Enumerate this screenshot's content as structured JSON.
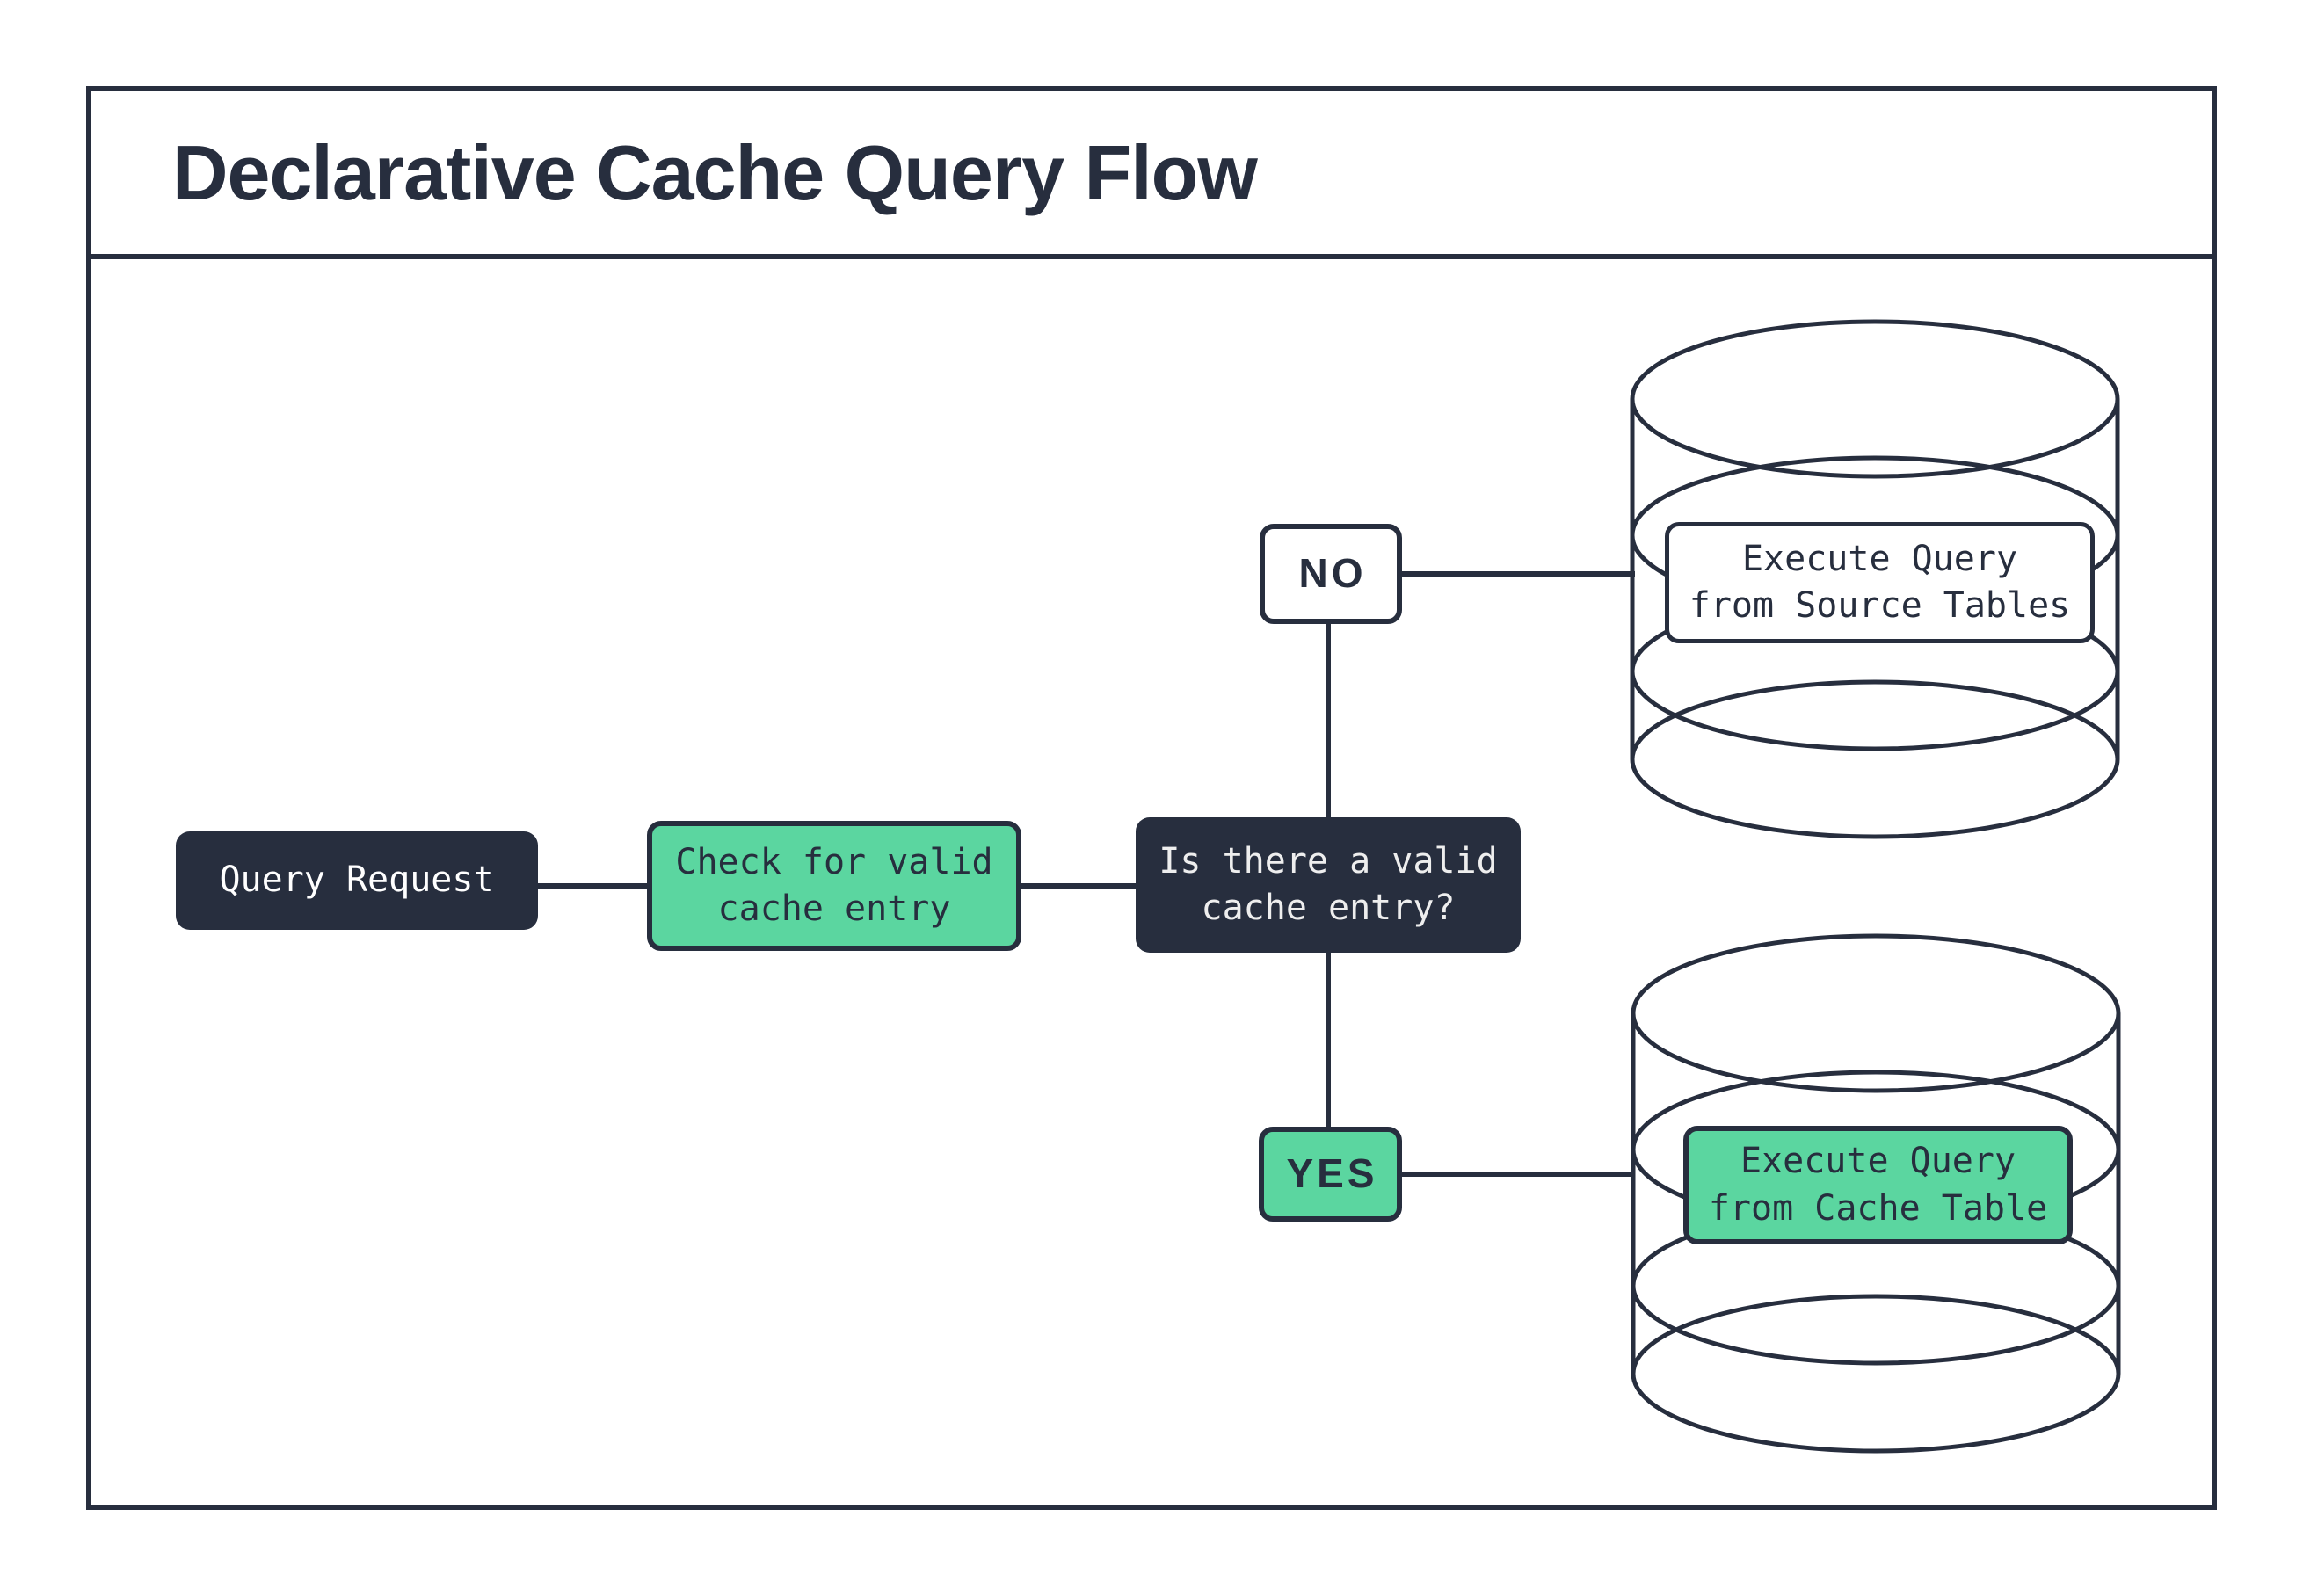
{
  "title": "Declarative Cache Query Flow",
  "colors": {
    "dark": "#272e3e",
    "green": "#5bd6a0",
    "paper": "#ffffff"
  },
  "nodes": {
    "query_request": {
      "label": "Query Request"
    },
    "check_cache": {
      "label": "Check for valid\ncache entry"
    },
    "decision": {
      "label": "Is there a valid\ncache entry?"
    },
    "no_branch": {
      "label": "NO"
    },
    "yes_branch": {
      "label": "YES"
    },
    "execute_source": {
      "label": "Execute Query\nfrom Source Tables"
    },
    "execute_cache": {
      "label": "Execute Query\nfrom Cache Table"
    }
  }
}
